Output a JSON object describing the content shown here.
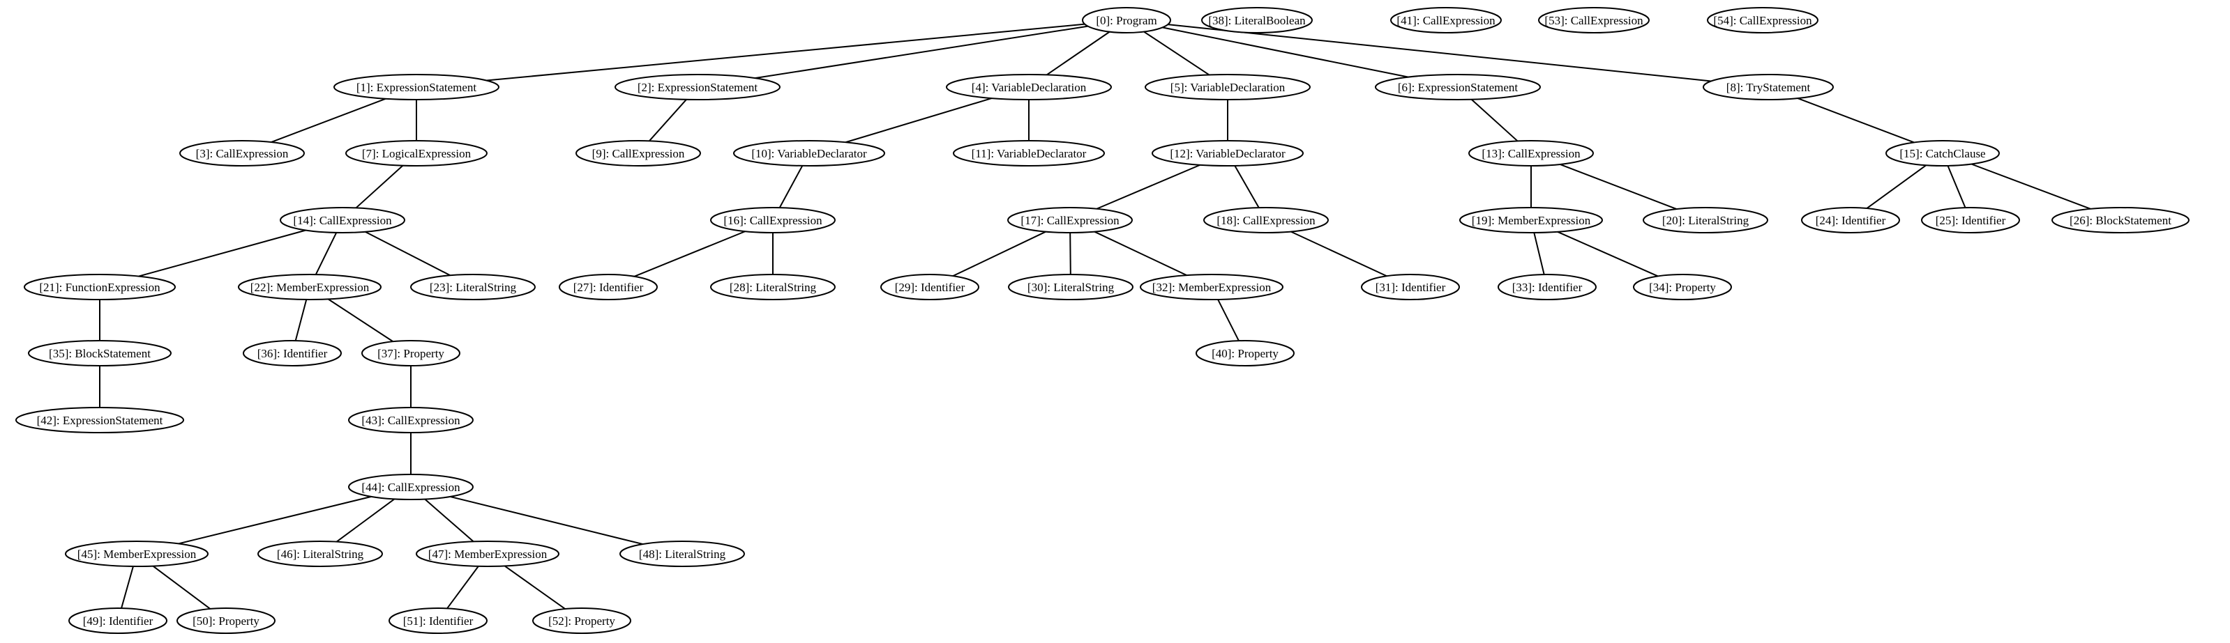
{
  "colors": {
    "background": "#ffffff",
    "stroke": "#000000",
    "text": "#000000"
  },
  "nodes": [
    {
      "id": "0",
      "label": "[0]: Program"
    },
    {
      "id": "38",
      "label": "[38]: LiteralBoolean"
    },
    {
      "id": "41",
      "label": "[41]: CallExpression"
    },
    {
      "id": "53",
      "label": "[53]: CallExpression"
    },
    {
      "id": "54",
      "label": "[54]: CallExpression"
    },
    {
      "id": "1",
      "label": "[1]: ExpressionStatement"
    },
    {
      "id": "2",
      "label": "[2]: ExpressionStatement"
    },
    {
      "id": "4",
      "label": "[4]: VariableDeclaration"
    },
    {
      "id": "5",
      "label": "[5]: VariableDeclaration"
    },
    {
      "id": "6",
      "label": "[6]: ExpressionStatement"
    },
    {
      "id": "8",
      "label": "[8]: TryStatement"
    },
    {
      "id": "3",
      "label": "[3]: CallExpression"
    },
    {
      "id": "7",
      "label": "[7]: LogicalExpression"
    },
    {
      "id": "9",
      "label": "[9]: CallExpression"
    },
    {
      "id": "10",
      "label": "[10]: VariableDeclarator"
    },
    {
      "id": "11",
      "label": "[11]: VariableDeclarator"
    },
    {
      "id": "12",
      "label": "[12]: VariableDeclarator"
    },
    {
      "id": "13",
      "label": "[13]: CallExpression"
    },
    {
      "id": "15",
      "label": "[15]: CatchClause"
    },
    {
      "id": "14",
      "label": "[14]: CallExpression"
    },
    {
      "id": "16",
      "label": "[16]: CallExpression"
    },
    {
      "id": "17",
      "label": "[17]: CallExpression"
    },
    {
      "id": "18",
      "label": "[18]: CallExpression"
    },
    {
      "id": "19",
      "label": "[19]: MemberExpression"
    },
    {
      "id": "20",
      "label": "[20]: LiteralString"
    },
    {
      "id": "24",
      "label": "[24]: Identifier"
    },
    {
      "id": "25",
      "label": "[25]: Identifier"
    },
    {
      "id": "26",
      "label": "[26]: BlockStatement"
    },
    {
      "id": "21",
      "label": "[21]: FunctionExpression"
    },
    {
      "id": "22",
      "label": "[22]: MemberExpression"
    },
    {
      "id": "23",
      "label": "[23]: LiteralString"
    },
    {
      "id": "27",
      "label": "[27]: Identifier"
    },
    {
      "id": "28",
      "label": "[28]: LiteralString"
    },
    {
      "id": "29",
      "label": "[29]: Identifier"
    },
    {
      "id": "30",
      "label": "[30]: LiteralString"
    },
    {
      "id": "32",
      "label": "[32]: MemberExpression"
    },
    {
      "id": "31",
      "label": "[31]: Identifier"
    },
    {
      "id": "33",
      "label": "[33]: Identifier"
    },
    {
      "id": "34",
      "label": "[34]: Property"
    },
    {
      "id": "35",
      "label": "[35]: BlockStatement"
    },
    {
      "id": "36",
      "label": "[36]: Identifier"
    },
    {
      "id": "37",
      "label": "[37]: Property"
    },
    {
      "id": "40",
      "label": "[40]: Property"
    },
    {
      "id": "42",
      "label": "[42]: ExpressionStatement"
    },
    {
      "id": "43",
      "label": "[43]: CallExpression"
    },
    {
      "id": "44",
      "label": "[44]: CallExpression"
    },
    {
      "id": "45",
      "label": "[45]: MemberExpression"
    },
    {
      "id": "46",
      "label": "[46]: LiteralString"
    },
    {
      "id": "47",
      "label": "[47]: MemberExpression"
    },
    {
      "id": "48",
      "label": "[48]: LiteralString"
    },
    {
      "id": "49",
      "label": "[49]: Identifier"
    },
    {
      "id": "50",
      "label": "[50]: Property"
    },
    {
      "id": "51",
      "label": "[51]: Identifier"
    },
    {
      "id": "52",
      "label": "[52]: Property"
    }
  ],
  "edges": [
    [
      "0",
      "1"
    ],
    [
      "0",
      "2"
    ],
    [
      "0",
      "4"
    ],
    [
      "0",
      "5"
    ],
    [
      "0",
      "6"
    ],
    [
      "0",
      "8"
    ],
    [
      "1",
      "3"
    ],
    [
      "1",
      "7"
    ],
    [
      "2",
      "9"
    ],
    [
      "4",
      "10"
    ],
    [
      "4",
      "11"
    ],
    [
      "5",
      "12"
    ],
    [
      "6",
      "13"
    ],
    [
      "8",
      "15"
    ],
    [
      "7",
      "14"
    ],
    [
      "10",
      "16"
    ],
    [
      "12",
      "17"
    ],
    [
      "12",
      "18"
    ],
    [
      "13",
      "19"
    ],
    [
      "13",
      "20"
    ],
    [
      "15",
      "24"
    ],
    [
      "15",
      "25"
    ],
    [
      "15",
      "26"
    ],
    [
      "14",
      "21"
    ],
    [
      "14",
      "22"
    ],
    [
      "14",
      "23"
    ],
    [
      "16",
      "27"
    ],
    [
      "16",
      "28"
    ],
    [
      "17",
      "29"
    ],
    [
      "17",
      "30"
    ],
    [
      "17",
      "32"
    ],
    [
      "18",
      "31"
    ],
    [
      "19",
      "33"
    ],
    [
      "19",
      "34"
    ],
    [
      "21",
      "35"
    ],
    [
      "22",
      "36"
    ],
    [
      "22",
      "37"
    ],
    [
      "32",
      "40"
    ],
    [
      "35",
      "42"
    ],
    [
      "37",
      "43"
    ],
    [
      "43",
      "44"
    ],
    [
      "44",
      "45"
    ],
    [
      "44",
      "46"
    ],
    [
      "44",
      "47"
    ],
    [
      "44",
      "48"
    ],
    [
      "45",
      "49"
    ],
    [
      "45",
      "50"
    ],
    [
      "47",
      "51"
    ],
    [
      "47",
      "52"
    ]
  ]
}
